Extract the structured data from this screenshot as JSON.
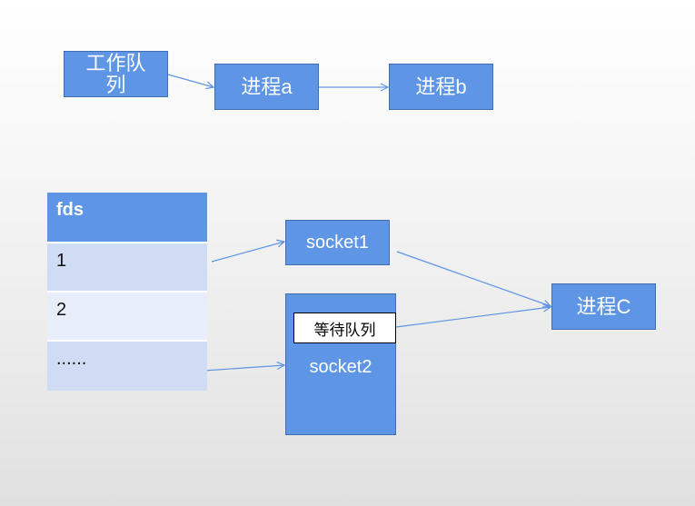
{
  "top_flow": {
    "work_queue": "工作队列",
    "process_a": "进程a",
    "process_b": "进程b"
  },
  "fds_table": {
    "header": "fds",
    "rows": [
      "1",
      "2",
      "......"
    ]
  },
  "sockets": {
    "socket1": "socket1",
    "socket2": "socket2",
    "wait_queue": "等待队列"
  },
  "process_c": "进程C",
  "colors": {
    "box_fill": "#5e96e5",
    "box_border": "#3f6fb0",
    "row_dark": "#d0dcf3",
    "row_light": "#e8eef9",
    "arrow": "#5e96e5"
  }
}
